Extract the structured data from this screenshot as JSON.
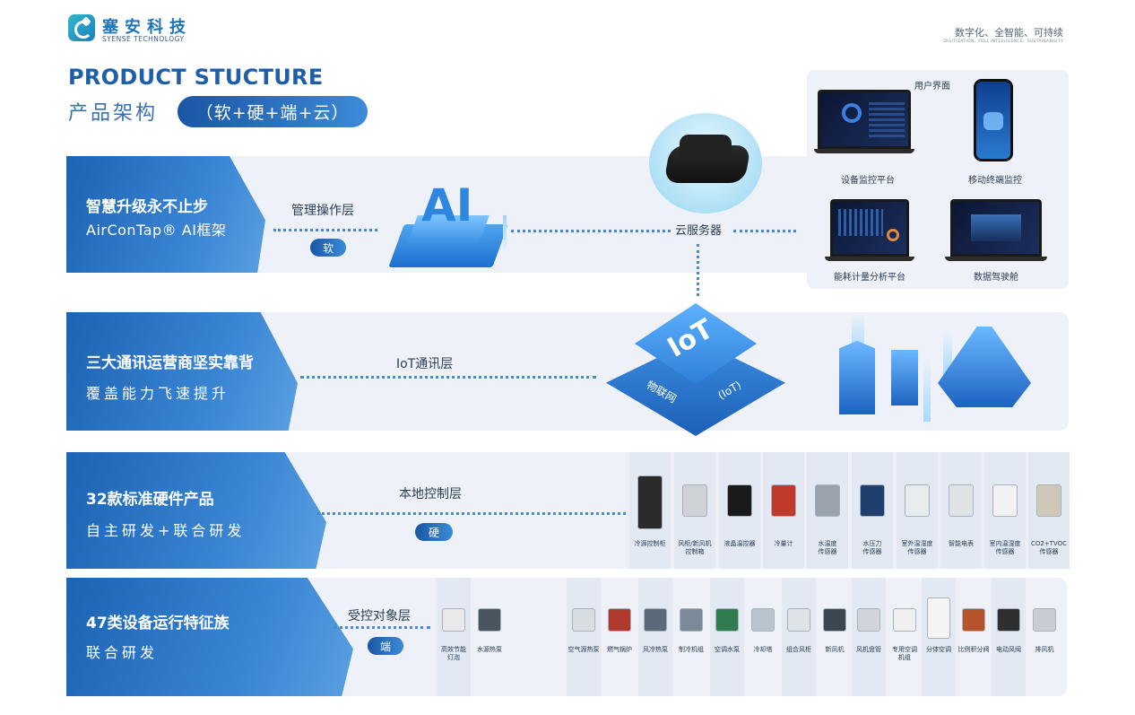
{
  "header": {
    "brand_cn": "塞安科技",
    "brand_en": "SYENSE TECHNOLOGY",
    "slogan": "数字化、全智能、可持续",
    "slogan_en": "DIGITIZATION、FULL INTELLIGENCE、SUSTAINABILITY"
  },
  "title": {
    "main": "PRODUCT STUCTURE",
    "sub": "产品架构",
    "pill": "（软+硬+端+云）"
  },
  "layers": [
    {
      "main": "智慧升级永不止步",
      "sub": "AirConTap® AI框架",
      "layer": "管理操作层",
      "tag": "软"
    },
    {
      "main": "三大通讯运营商坚实靠背",
      "sub": "覆盖能力飞速提升",
      "layer": "IoT通讯层"
    },
    {
      "main": "32款标准硬件产品",
      "sub": "自主研发+联合研发",
      "layer": "本地控制层",
      "tag": "硬"
    },
    {
      "main": "47类设备运行特征族",
      "sub": "联合研发",
      "layer": "受控对象层",
      "tag": "端"
    }
  ],
  "ui": {
    "title": "用户界面",
    "items": [
      "设备监控平台",
      "移动终端监控",
      "能耗计量分析平台",
      "数据驾驶舱"
    ]
  },
  "cloud": {
    "label": "云服务器"
  },
  "ai": {
    "text": "AI"
  },
  "iot": {
    "text": "IoT",
    "sub1": "物联网",
    "sub2": "(IoT)"
  },
  "hardware": [
    "冷源控制柜",
    "风柜/新风机\n控制箱",
    "液晶温控器",
    "冷量计",
    "水温度\n传感器",
    "水压力\n传感器",
    "室外温湿度\n传感器",
    "智能电表",
    "室内温湿度\n传感器",
    "CO2+TVOC\n传感器"
  ],
  "devices": [
    "高效节能\n灯泡",
    "水源热泵",
    "空气源热泵",
    "燃气锅炉",
    "风冷热泵",
    "制冷机组",
    "空调水泵",
    "冷却塔",
    "组合风柜",
    "新风机",
    "风机盘管",
    "专用空调\n机组",
    "分体空调",
    "比例积分阀",
    "电动风阀",
    "排风机"
  ],
  "colors": {
    "brand": "#1e74b8",
    "accent": "#3c8bd8",
    "band": "#eef2f8"
  }
}
